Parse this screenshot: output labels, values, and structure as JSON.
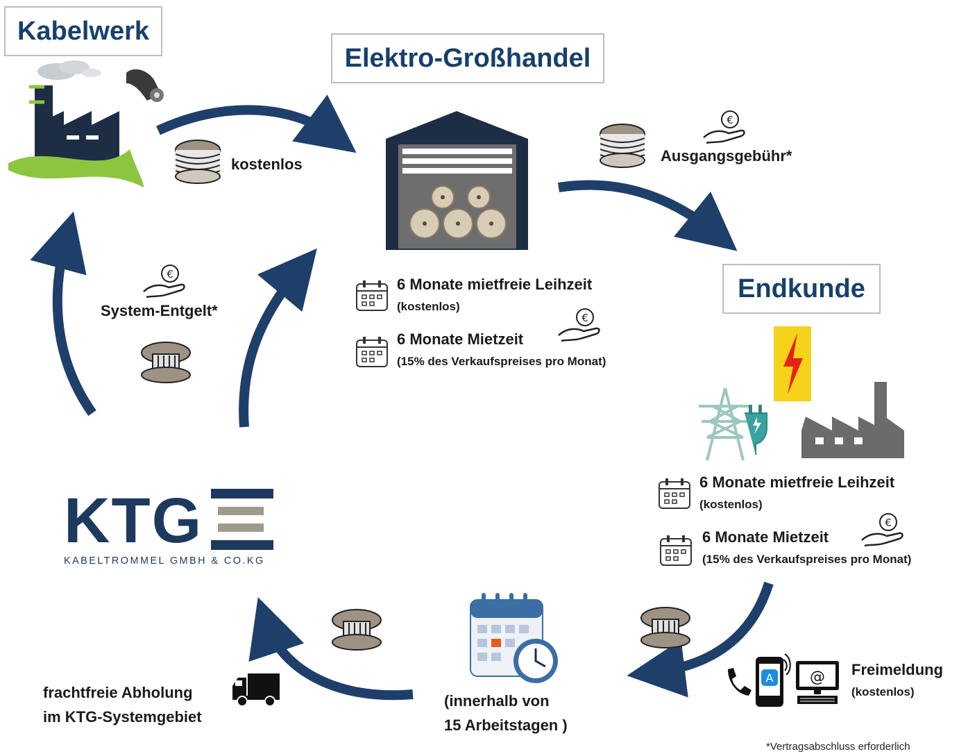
{
  "titles": {
    "kabelwerk": "Kabelwerk",
    "grosshandel": "Elektro-Großhandel",
    "endkunde": "Endkunde"
  },
  "labels": {
    "kostenlos": "kostenlos",
    "ausgangsgebuehr": "Ausgangsgebühr*",
    "system_entgelt": "System-Entgelt*",
    "freimeldung": "Freimeldung",
    "freimeldung_sub": "(kostenlos)",
    "abholung_line1": "frachtfreie Abholung",
    "abholung_line2": "im KTG-Systemgebiet",
    "frist_line1": "(innerhalb von",
    "frist_line2": "15 Arbeitstagen )"
  },
  "grosshandel_terms": {
    "leihzeit": "6 Monate mietfreie Leihzeit",
    "leihzeit_sub": "(kostenlos)",
    "mietzeit": "6 Monate Mietzeit",
    "mietzeit_sub": "(15% des Verkaufspreises pro Monat)"
  },
  "endkunde_terms": {
    "leihzeit": "6 Monate mietfreie Leihzeit",
    "leihzeit_sub": "(kostenlos)",
    "mietzeit": "6 Monate Mietzeit",
    "mietzeit_sub": "(15% des Verkaufspreises pro Monat)"
  },
  "logo": {
    "name": "KTG",
    "tagline": "KABELTROMMEL GMBH & CO.KG"
  },
  "footnote": "*Vertragsabschluss erforderlich",
  "colors": {
    "arrow": "#1f3f6b",
    "title_text": "#17406b",
    "green": "#8cc63f",
    "logo_grey": "#9e9a8c"
  }
}
